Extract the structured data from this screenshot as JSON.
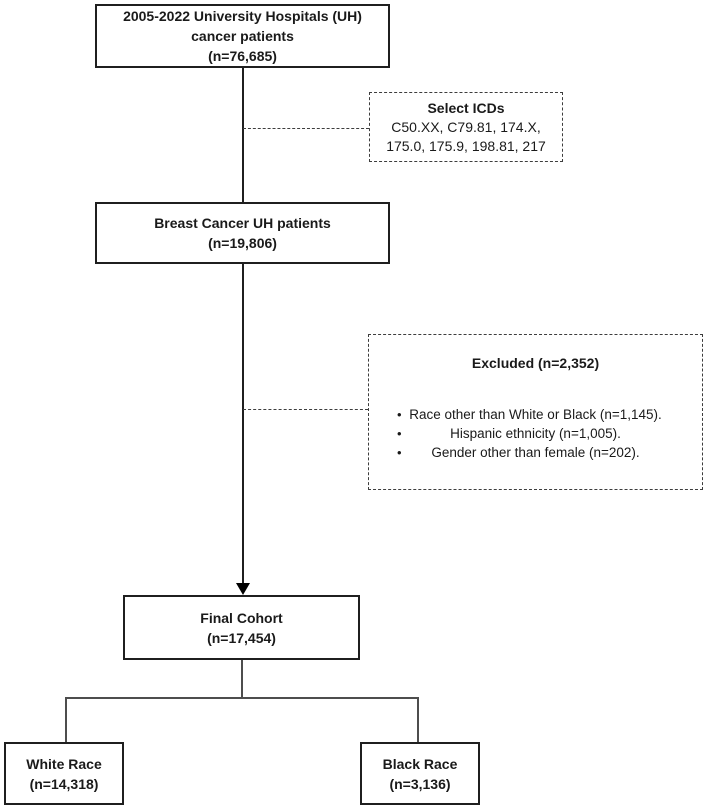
{
  "colors": {
    "background": "#ffffff",
    "box_border": "#1f1f1f",
    "dashed_border": "#3d3d3d",
    "connector_line": "#4d4d4d",
    "text": "#1a1a1a"
  },
  "nodes": {
    "cancer_patients": {
      "line1": "2005-2022 University Hospitals (UH)",
      "line2": "cancer patients",
      "line3": "(n=76,685)"
    },
    "select_icds": {
      "title": "Select ICDs",
      "line1": "C50.XX, C79.81, 174.X,",
      "line2": "175.0, 175.9, 198.81, 217"
    },
    "breast_cancer": {
      "line1": "Breast Cancer UH patients",
      "line2": "(n=19,806)"
    },
    "excluded": {
      "title": "Excluded (n=2,352)",
      "bullet": "•",
      "items": [
        "Race other than White or Black (n=1,145).",
        "Hispanic ethnicity (n=1,005).",
        "Gender other than female (n=202)."
      ]
    },
    "final_cohort": {
      "line1": "Final Cohort",
      "line2": "(n=17,454)"
    },
    "white_race": {
      "line1": "White Race",
      "line2": "(n=14,318)"
    },
    "black_race": {
      "line1": "Black Race",
      "line2": "(n=3,136)"
    }
  }
}
